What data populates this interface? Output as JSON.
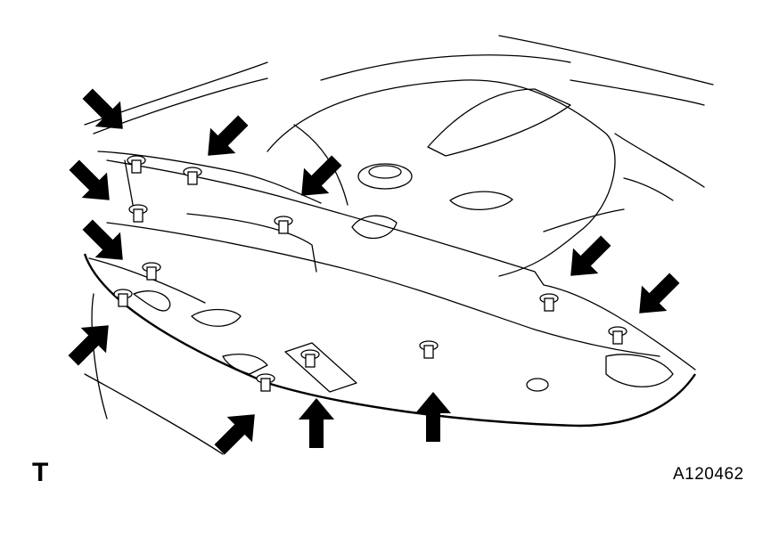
{
  "figure": {
    "view_letter": "T",
    "figure_id": "A120462"
  },
  "callout_arrows": [
    {
      "points_to": "clip",
      "direction": "down-right"
    },
    {
      "points_to": "clip",
      "direction": "down-left"
    },
    {
      "points_to": "clip",
      "direction": "down-right"
    },
    {
      "points_to": "clip",
      "direction": "down-left"
    },
    {
      "points_to": "clip",
      "direction": "down-right"
    },
    {
      "points_to": "clip",
      "direction": "down-left"
    },
    {
      "points_to": "clip",
      "direction": "down-left"
    },
    {
      "points_to": "clip",
      "direction": "up-right"
    },
    {
      "points_to": "clip",
      "direction": "up-right"
    },
    {
      "points_to": "clip",
      "direction": "up"
    },
    {
      "points_to": "clip",
      "direction": "up"
    }
  ],
  "colors": {
    "ink": "#000000",
    "paper": "#ffffff"
  }
}
